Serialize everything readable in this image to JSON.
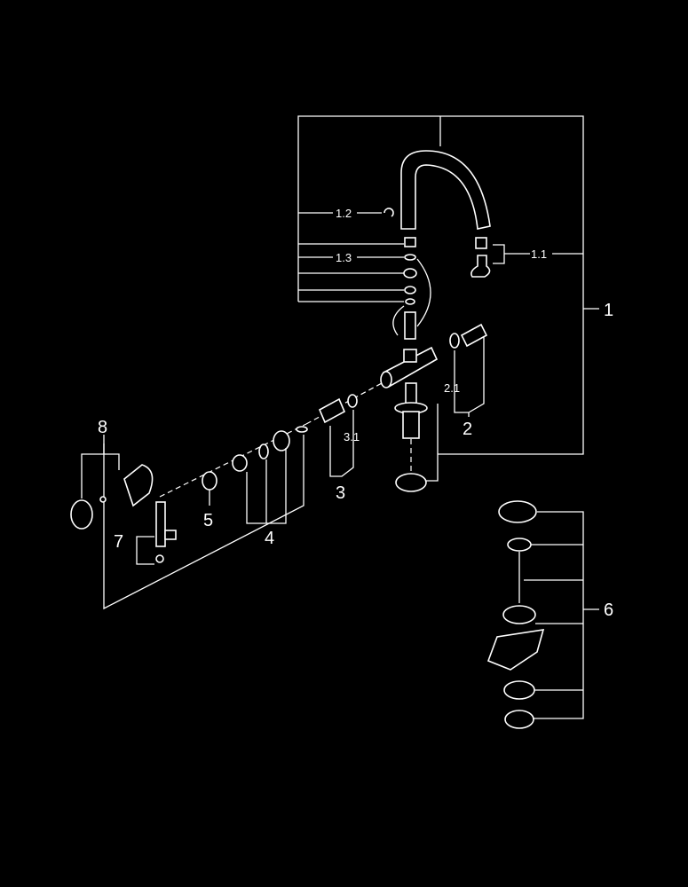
{
  "diagram": {
    "background": "#000000",
    "foreground": "#ffffff",
    "labels": {
      "p1": "1",
      "p1_1": "1.1",
      "p1_2": "1.2",
      "p1_3": "1.3",
      "p2": "2",
      "p2_1": "2.1",
      "p3": "3",
      "p3_1": "3.1",
      "p4": "4",
      "p5": "5",
      "p6": "6",
      "p7": "7",
      "p8": "8"
    }
  }
}
